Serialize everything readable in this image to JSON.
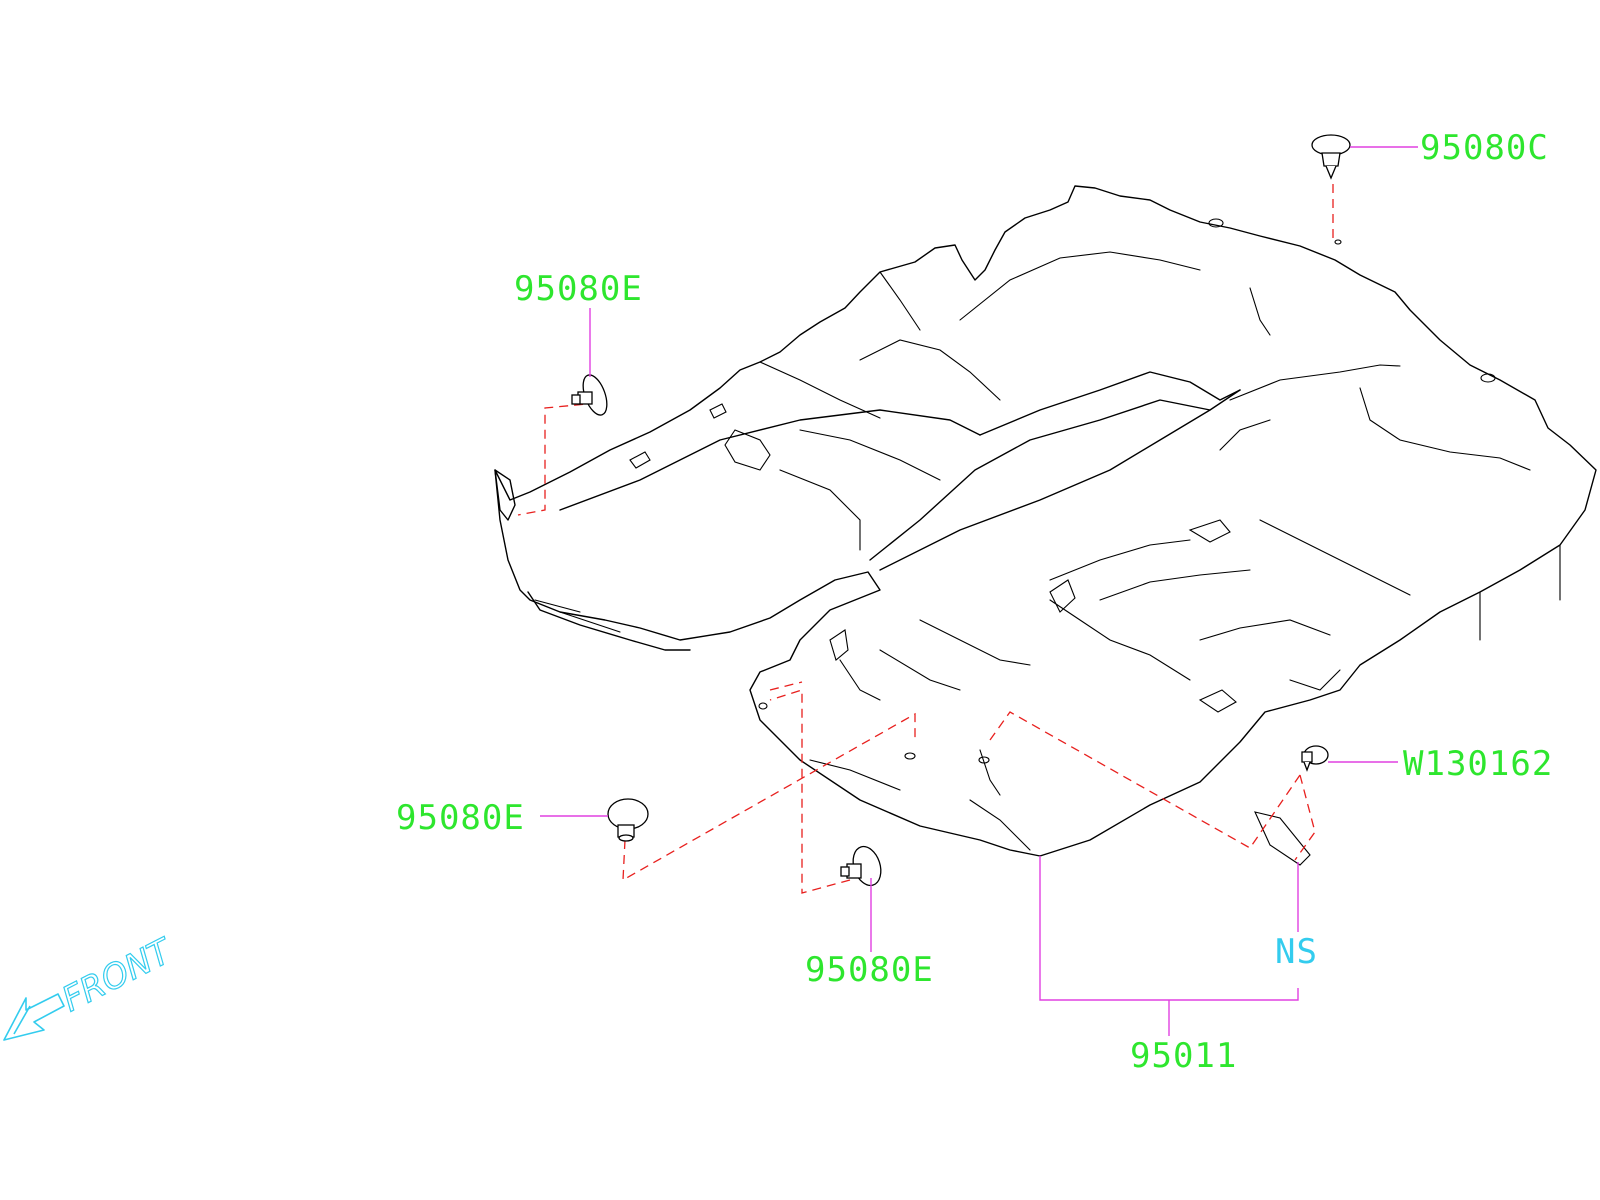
{
  "callouts": {
    "clip_rear_top": "95080C",
    "clip_rear_left": "95080E",
    "clip_front_left": "95080E",
    "clip_front_center": "95080E",
    "clip_right": "W130162",
    "mat_assembly": "95011",
    "ns_note": "NS"
  },
  "front_label": "FRONT",
  "colors": {
    "part_number": "#2ee62e",
    "leader_line": "#e040e0",
    "dashed_line": "#e8201e",
    "note": "#33ccee",
    "outline": "#000000"
  },
  "icons": {
    "front_direction": "front-arrow-icon"
  }
}
